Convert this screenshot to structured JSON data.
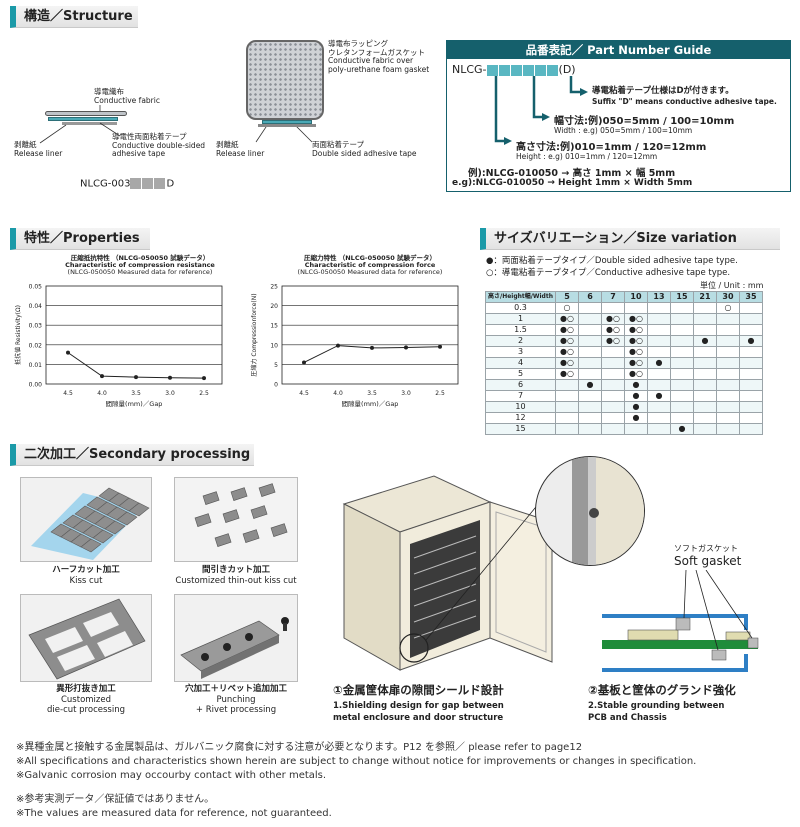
{
  "sections": {
    "structure": "構造／Structure",
    "properties": "特性／Properties",
    "size_variation": "サイズバリエーション／Size variation",
    "secondary": "二次加工／Secondary processing"
  },
  "structure": {
    "left": {
      "fabric": "導電織布\nConductive fabric",
      "liner": "剥離紙\nRelease liner",
      "tape": "導電性両面粘着テープ\nConductive double-sided\nadhesive tape",
      "code_prefix": "NLCG-003",
      "code_suffix": "D"
    },
    "right": {
      "gasket": "導電布ラッピング\nウレタンフォームガスケット\nConductive fabric over\npoly-urethane foam gasket",
      "liner": "剥離紙\nRelease liner",
      "tape": "両面粘着テープ\nDouble sided adhesive tape"
    }
  },
  "part_number": {
    "title": "品番表記／ Part Number Guide",
    "prefix": "NLCG-",
    "suffix": "(D)",
    "suffix_jp": "導電粘着テープ仕様はDが付きます。",
    "suffix_en": "Suffix \"D\" means conductive adhesive tape.",
    "width_jp": "幅寸法:例)050=5mm / 100=10mm",
    "width_en": "Width : e.g)  050=5mm / 100=10mm",
    "height_jp": "高さ寸法:例)010=1mm / 120=12mm",
    "height_en": "Height : e.g)  010=1mm / 120=12mm",
    "example_jp": "例):NLCG-010050 → 高さ 1mm × 幅 5mm",
    "example_en": "e.g):NLCG-010050 → Height 1mm × Width 5mm"
  },
  "charts": {
    "resistance": {
      "title1": "圧縮抵抗特性 （NLCG-050050 試験データ）",
      "title2": "Characteristic of compression resistance",
      "title3": "(NLCG-050050 Measured data for reference)",
      "ylabel": "抵抗値 Resistivity(Ω)",
      "xlabel": "間隙量(mm)／Gap"
    },
    "force": {
      "title1": "圧縮力特性 （NLCG-050050 試験データ）",
      "title2": "Characteristic of compression force",
      "title3": "(NLCG-050050 Measured data for reference)",
      "ylabel": "圧縮力 Compressionforce(N)",
      "xlabel": "間隙量(mm)／Gap"
    }
  },
  "chart_data": [
    {
      "type": "line",
      "title": "Characteristic of compression resistance",
      "xlabel": "間隙量(mm)／Gap",
      "ylabel": "抵抗値 Resistivity(Ω)",
      "x": [
        "4.5",
        "4.0",
        "3.5",
        "3.0",
        "2.5"
      ],
      "values": [
        0.016,
        0.004,
        0.0035,
        0.0032,
        0.003
      ],
      "yticks": [
        "0.05",
        "0.04",
        "0.03",
        "0.02",
        "0.01",
        "0.00"
      ],
      "ylim": [
        0,
        0.05
      ],
      "grid": true
    },
    {
      "type": "line",
      "title": "Characteristic of compression force",
      "xlabel": "間隙量(mm)／Gap",
      "ylabel": "圧縮力 Compressionforce(N)",
      "x": [
        "4.5",
        "4.0",
        "3.5",
        "3.0",
        "2.5"
      ],
      "values": [
        5.5,
        9.8,
        9.2,
        9.3,
        9.5
      ],
      "yticks": [
        "25",
        "20",
        "15",
        "10",
        "5",
        "0"
      ],
      "ylim": [
        0,
        25
      ],
      "grid": true
    }
  ],
  "size_variation": {
    "legend1": "●：両面粘着テープタイプ／Double sided adhesive tape type.",
    "legend2": "○：導電粘着テープタイプ／Conductive adhesive tape type.",
    "unit": "単位 / Unit : mm",
    "corner_width": "幅/Width",
    "corner_height": "高さ/Height",
    "widths": [
      "5",
      "6",
      "7",
      "10",
      "13",
      "15",
      "21",
      "30",
      "35"
    ],
    "rows": [
      {
        "h": "0.3",
        "c": [
          "○",
          "",
          "",
          "",
          "",
          "",
          "",
          "○",
          ""
        ]
      },
      {
        "h": "1",
        "c": [
          "●○",
          "",
          "●○",
          "●○",
          "",
          "",
          "",
          "",
          ""
        ]
      },
      {
        "h": "1.5",
        "c": [
          "●○",
          "",
          "●○",
          "●○",
          "",
          "",
          "",
          "",
          ""
        ]
      },
      {
        "h": "2",
        "c": [
          "●○",
          "",
          "●○",
          "●○",
          "",
          "",
          "●",
          "",
          "●"
        ]
      },
      {
        "h": "3",
        "c": [
          "●○",
          "",
          "",
          "●○",
          "",
          "",
          "",
          "",
          ""
        ]
      },
      {
        "h": "4",
        "c": [
          "●○",
          "",
          "",
          "●○",
          "●",
          "",
          "",
          "",
          ""
        ]
      },
      {
        "h": "5",
        "c": [
          "●○",
          "",
          "",
          "●○",
          "",
          "",
          "",
          "",
          ""
        ]
      },
      {
        "h": "6",
        "c": [
          "",
          "●",
          "",
          "●",
          "",
          "",
          "",
          "",
          ""
        ]
      },
      {
        "h": "7",
        "c": [
          "",
          "",
          "",
          "●",
          "●",
          "",
          "",
          "",
          ""
        ]
      },
      {
        "h": "10",
        "c": [
          "",
          "",
          "",
          "●",
          "",
          "",
          "",
          "",
          ""
        ]
      },
      {
        "h": "12",
        "c": [
          "",
          "",
          "",
          "●",
          "",
          "",
          "",
          "",
          ""
        ]
      },
      {
        "h": "15",
        "c": [
          "",
          "",
          "",
          "",
          "",
          "●",
          "",
          "",
          ""
        ]
      }
    ]
  },
  "secondary": {
    "kiss_jp": "ハーフカット加工",
    "kiss_en": "Kiss cut",
    "thin_jp": "間引きカット加工",
    "thin_en": "Customized thin-out kiss cut",
    "die_jp": "異形打抜き加工",
    "die_en": "Customized\ndie-cut processing",
    "rivet_jp": "穴加工＋リベット追加加工",
    "rivet_en": "Punching\n+ Rivet processing",
    "use1_jp": "①金属筐体扉の隙間シールド設計",
    "use1_en": "1.Shielding design for gap between\n   metal enclosure and door structure",
    "use2_jp": "②基板と筐体のグランド強化",
    "use2_en": "2.Stable grounding between\n   PCB and Chassis",
    "soft_jp": "ソフトガスケット",
    "soft_en": "Soft gasket"
  },
  "notes": [
    "※異種金属と接触する金属製品は、ガルバニック腐食に対する注意が必要となります。P12 を参照／ please refer to page12",
    "※All specifications and characteristics shown herein are subject to change without notice for improvements or changes in specification.",
    "※Galvanic corrosion may occourby contact with other metals.",
    "※参考実測データ／保証値ではありません。",
    "※The values are measured data for reference,  not guaranteed."
  ]
}
